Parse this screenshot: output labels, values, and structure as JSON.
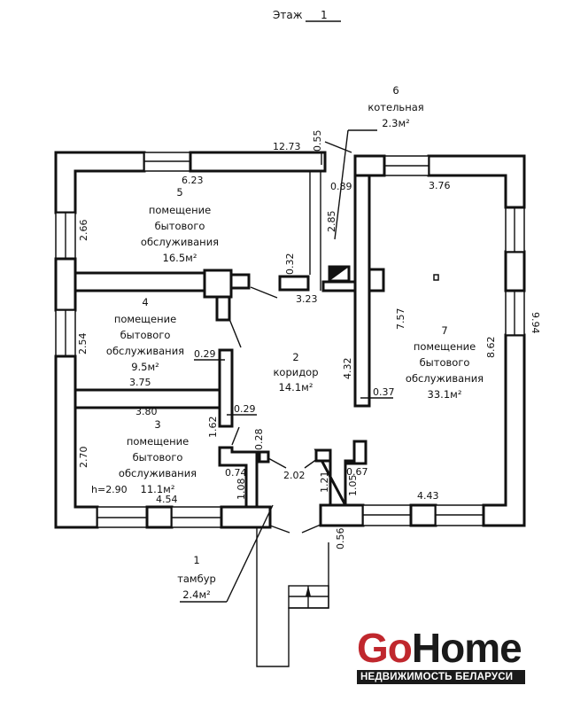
{
  "header": {
    "floor_label": "Этаж",
    "floor_number": "1"
  },
  "rooms": [
    {
      "number": "1",
      "name_lines": [
        "тамбур"
      ],
      "area": "2.4м²"
    },
    {
      "number": "2",
      "name_lines": [
        "коридор"
      ],
      "area": "14.1м²"
    },
    {
      "number": "3",
      "name_lines": [
        "помещение",
        "бытового",
        "обслуживания"
      ],
      "area": "11.1м²"
    },
    {
      "number": "4",
      "name_lines": [
        "помещение",
        "бытового",
        "обслуживания"
      ],
      "area": "9.5м²"
    },
    {
      "number": "5",
      "name_lines": [
        "помещение",
        "бытового",
        "обслуживания"
      ],
      "area": "16.5м²"
    },
    {
      "number": "6",
      "name_lines": [
        "котельная"
      ],
      "area": "2.3м²"
    },
    {
      "number": "7",
      "name_lines": [
        "помещение",
        "бытового",
        "обслуживания"
      ],
      "area": "33.1м²"
    }
  ],
  "dimensions": {
    "overall_width": "12.73",
    "overall_depth": "9.94",
    "ceiling_height": "h=2.90",
    "d_0_55": "0.55",
    "d_6_23": "6.23",
    "d_2_66": "2.66",
    "d_2_85": "2.85",
    "d_0_89": "0.89",
    "d_0_32": "0.32",
    "d_3_23": "3.23",
    "d_3_76": "3.76",
    "d_7_57": "7.57",
    "d_8_62": "8.62",
    "d_2_54": "2.54",
    "d_0_29a": "0.29",
    "d_3_75": "3.75",
    "d_3_80": "3.80",
    "d_0_29b": "0.29",
    "d_1_62": "1.62",
    "d_4_32": "4.32",
    "d_0_37": "0.37",
    "d_2_70": "2.70",
    "d_0_28": "0.28",
    "d_0_74": "0.74",
    "d_1_08": "1.08",
    "d_4_54": "4.54",
    "d_2_02": "2.02",
    "d_1_21": "1.21",
    "d_0_67": "0.67",
    "d_1_05": "1.05",
    "d_4_43": "4.43",
    "d_0_56": "0.56"
  },
  "logo": {
    "brand_part1": "Go",
    "brand_part2": "Home",
    "tagline": "НЕДВИЖИМОСТЬ БЕЛАРУСИ",
    "colors": {
      "accent": "#c0272d",
      "dark": "#1a1a1a"
    }
  }
}
